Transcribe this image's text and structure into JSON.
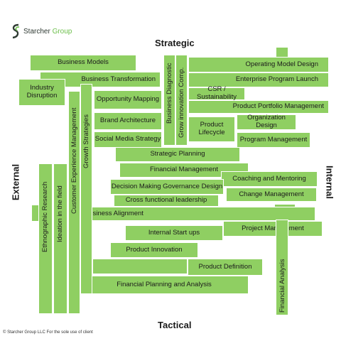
{
  "brand": {
    "name": "Starcher",
    "name_accent": "Group"
  },
  "axes": {
    "top": "Strategic",
    "bottom": "Tactical",
    "left": "External",
    "right": "Internal"
  },
  "boxes": {
    "business_models": "Business Models",
    "business_transformation": "Business Transformation",
    "industry_disruption": "Industry Disruption",
    "opportunity_mapping": "Opportunity Mapping",
    "brand_architecture": "Brand Architecture",
    "social_media_strategy": "Social Media Strategy",
    "operating_model_design": "Operating Model Design",
    "enterprise_program_launch": "Enterprise Program Launch",
    "csr_sustainability": "CSR / Sustainability",
    "product_portfolio_management": "Product Portfolio Management",
    "product_lifecycle": "Product Lifecycle",
    "organization_design": "Organization Design",
    "program_management": "Program Management",
    "strategic_planning": "Strategic Planning",
    "financial_management": "Financial Management",
    "coaching_and_mentoring": "Coaching and Mentoring",
    "decision_making_governance_design": "Decision Making Governance Design",
    "change_management": "Change Management",
    "cross_functional_leadership": "Cross functional leadership",
    "business_alignment": "Business Alignment",
    "internal_start_ups": "Internal Start ups",
    "project_management": "Project Management",
    "product_innovation": "Product Innovation",
    "product_definition": "Product Definition",
    "financial_planning_and_analysis": "Financial Planning and Analysis"
  },
  "vertical_boxes": {
    "ethnographic_research": "Ethnographic Research",
    "ideation_in_the_field": "Ideation in the field",
    "customer_experience_management": "Customer Experience Management",
    "growth_strategies": "Growth Strategies",
    "business_diagnostic": "Business Diagnostic",
    "grow_innovation_comp": "Grow innovation Comp.",
    "financial_analysis": "Financial Analysis"
  },
  "footer": {
    "copyright": "© Starcher Group LLC For the sole use of client"
  }
}
